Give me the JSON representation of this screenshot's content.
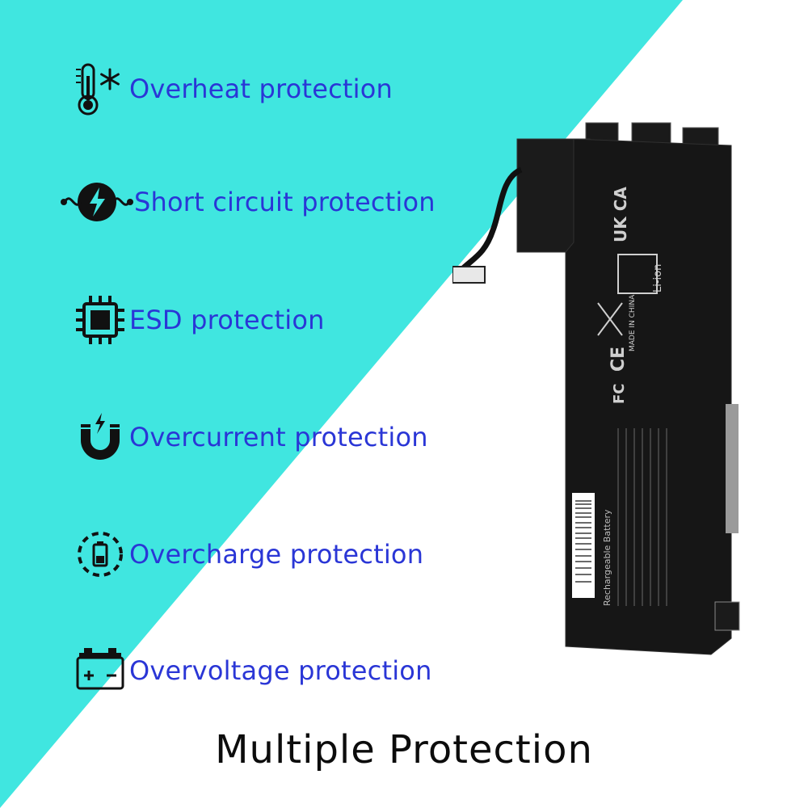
{
  "colors": {
    "background_left": "#40E6E0",
    "background_right": "#FFFFFF",
    "label_text": "#2A36D6",
    "icon": "#111111",
    "title_text": "#0C0C0C"
  },
  "features": [
    {
      "label": "Overheat protection",
      "icon": "thermometer-snowflake-icon"
    },
    {
      "label": "Short circuit protection",
      "icon": "lightning-circuit-icon"
    },
    {
      "label": "ESD protection",
      "icon": "chip-icon"
    },
    {
      "label": "Overcurrent protection",
      "icon": "magnet-bolt-icon"
    },
    {
      "label": "Overcharge protection",
      "icon": "battery-cycle-icon"
    },
    {
      "label": "Overvoltage protection",
      "icon": "car-battery-icon"
    }
  ],
  "battery_image": {
    "marks": {
      "ukca": "UK CA",
      "li_ion": "Li-ion",
      "made_in": "MADE IN CHINA",
      "ce": "CE",
      "fc": "FC",
      "rechargeable": "Rechargeable Battery"
    }
  },
  "footer": {
    "title": "Multiple Protection"
  }
}
